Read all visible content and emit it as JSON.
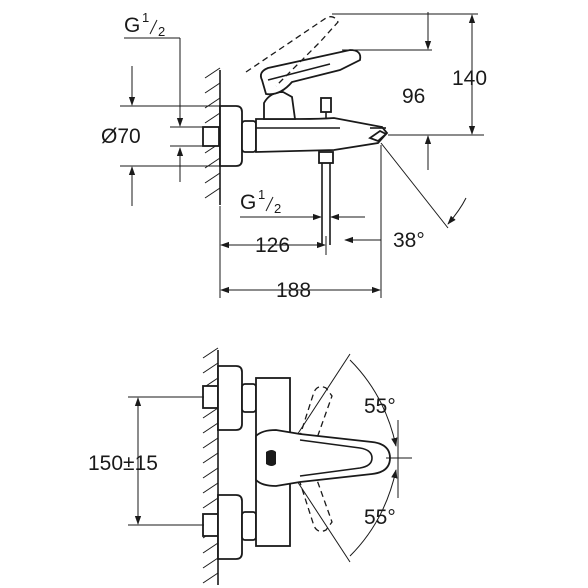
{
  "side_view": {
    "thread_top": {
      "base": "G",
      "num": "1",
      "den": "2"
    },
    "thread_bottom": {
      "base": "G",
      "num": "1",
      "den": "2"
    },
    "diameter": "Ø70",
    "dim_96": "96",
    "dim_140": "140",
    "dim_126": "126",
    "dim_188": "188",
    "angle_spout": "38°"
  },
  "front_view": {
    "centers": "150±15",
    "angle_up": "55°",
    "angle_down": "55°"
  }
}
